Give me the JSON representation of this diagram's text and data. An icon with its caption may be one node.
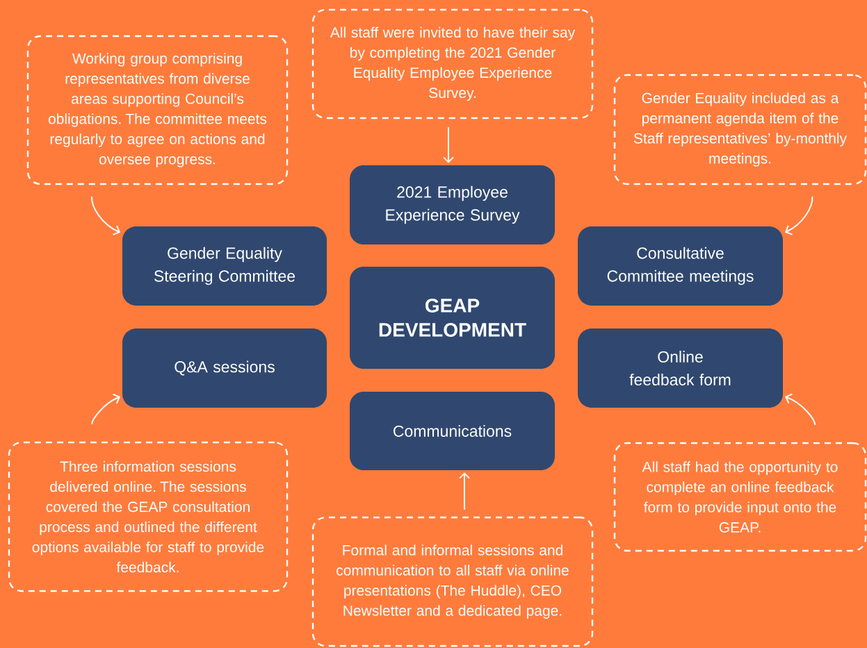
{
  "diagram": {
    "nodes": [
      {
        "text": [
          "Working group comprising representatives from diverse areas supporting Council’s obligations. The committee meets regularly to agree on actions and oversee progress."
        ]
      },
      {
        "text": [
          "All staff were invited to have their say by completing the 2021 Gender Equality Employee Experience Survey."
        ]
      },
      {
        "text": [
          "Gender Equality included as a permanent agenda item of the Staff representatives’ by-monthly meetings."
        ]
      },
      {
        "text": [
          "2021 Employee Experience Survey"
        ]
      },
      {
        "text": [
          "Gender Equality Steering Committee"
        ]
      },
      {
        "text": [
          "Consultative Committee meetings"
        ]
      },
      {
        "text": [
          "GEAP DEVELOPMENT"
        ]
      },
      {
        "text": [
          "Q&A sessions"
        ]
      },
      {
        "text": [
          "Online feedback form"
        ]
      },
      {
        "text": [
          "Communications"
        ]
      },
      {
        "text": [
          "Three information sessions delivered online. The sessions covered the GEAP consultation process and outlined the different options available for staff to provide feedback."
        ]
      },
      {
        "text": [
          "All staff had the opportunity to complete an online feedback form to provide input onto the GEAP."
        ]
      },
      {
        "text": [
          "Formal and informal sessions and communication to all staff via online presentations (The Huddle), CEO Newsletter and a dedicated page."
        ]
      }
    ],
    "edges": [
      {
        "from": 0,
        "to": 4,
        "arrow": "to"
      },
      {
        "from": 1,
        "to": 3,
        "arrow": "to"
      },
      {
        "from": 2,
        "to": 5,
        "arrow": "to"
      },
      {
        "from": 10,
        "to": 7,
        "arrow": "to"
      },
      {
        "from": 12,
        "to": 9,
        "arrow": "to"
      },
      {
        "from": 11,
        "to": 8,
        "arrow": "to"
      }
    ]
  }
}
